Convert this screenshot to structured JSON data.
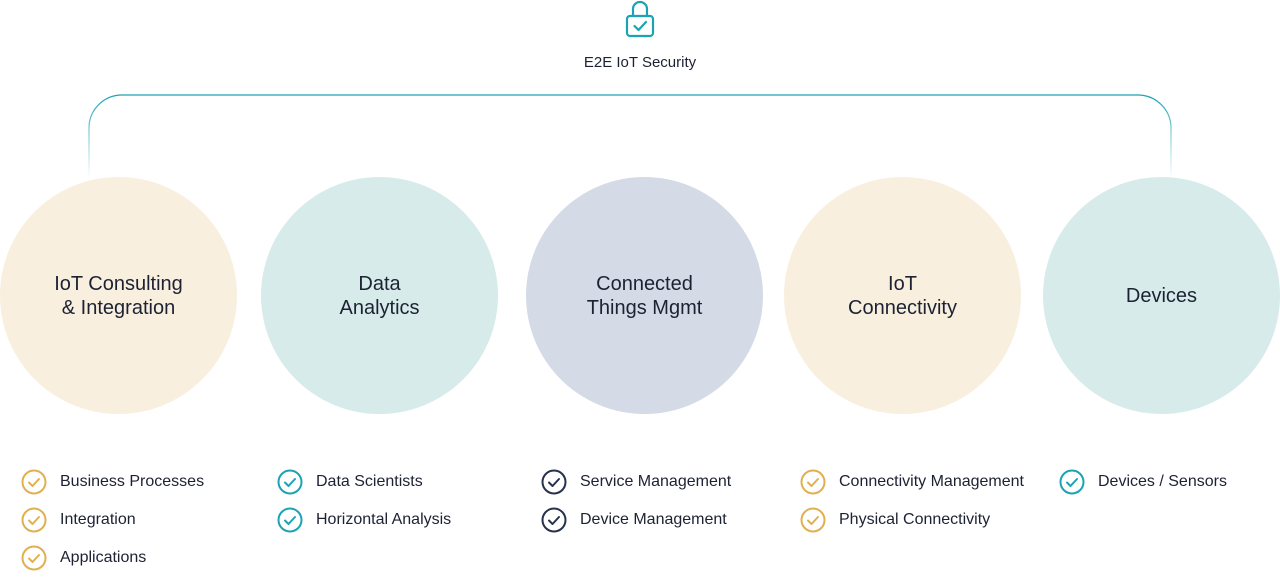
{
  "header": {
    "icon": "lock-check-icon",
    "label": "E2E IoT Security"
  },
  "colors": {
    "teal": "#1ba3b3",
    "gold": "#e0b050",
    "navy": "#26314d",
    "yellow_fill": "#f8efdf",
    "teal_fill": "#d8ebeb",
    "navy_fill": "#d4dae6"
  },
  "pillars": [
    {
      "label": "IoT Consulting\n& Integration",
      "items": [
        "Business Processes",
        "Integration",
        "Applications"
      ]
    },
    {
      "label": "Data\nAnalytics",
      "items": [
        "Data Scientists",
        "Horizontal Analysis"
      ]
    },
    {
      "label": "Connected\nThings Mgmt",
      "items": [
        "Service Management",
        "Device Management"
      ]
    },
    {
      "label": "IoT\nConnectivity",
      "items": [
        "Connectivity Management",
        "Physical Connectivity"
      ]
    },
    {
      "label": "Devices",
      "items": [
        "Devices / Sensors"
      ]
    }
  ]
}
